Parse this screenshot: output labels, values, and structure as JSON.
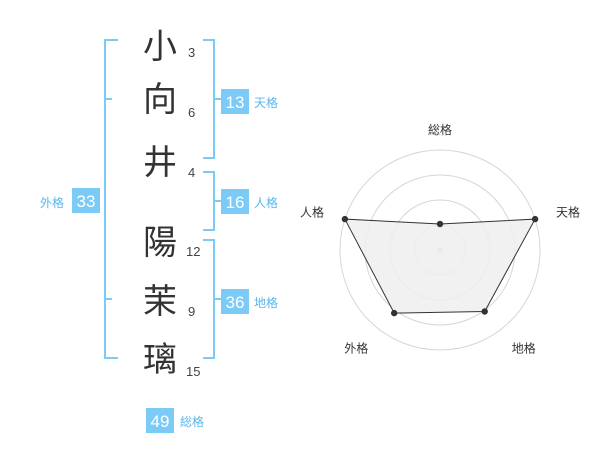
{
  "name": {
    "chars": [
      {
        "char": "小",
        "strokes": "3"
      },
      {
        "char": "向",
        "strokes": "6"
      },
      {
        "char": "井",
        "strokes": "4"
      },
      {
        "char": "陽",
        "strokes": "12"
      },
      {
        "char": "茉",
        "strokes": "9"
      },
      {
        "char": "璃",
        "strokes": "15"
      }
    ]
  },
  "fortunes": {
    "tenkaku": {
      "value": "13",
      "label": "天格"
    },
    "jinkaku": {
      "value": "16",
      "label": "人格"
    },
    "chikaku": {
      "value": "36",
      "label": "地格"
    },
    "gaikaku": {
      "value": "33",
      "label": "外格"
    },
    "soukaku": {
      "value": "49",
      "label": "総格"
    }
  },
  "colors": {
    "accent": "#59b6ee",
    "badge": "#7ccbf7",
    "bracket": "#7ccbf7",
    "ring": "#d6d6d6",
    "poly_fill": "#eeeeee",
    "poly_stroke": "#333333",
    "point": "#333333"
  },
  "chart_data": {
    "type": "radar",
    "axes": [
      "総格",
      "天格",
      "地格",
      "外格",
      "人格"
    ],
    "values": [
      0.26,
      1.0,
      0.76,
      0.78,
      1.0
    ],
    "range": [
      0,
      1
    ],
    "rings": 4,
    "grid": true
  }
}
